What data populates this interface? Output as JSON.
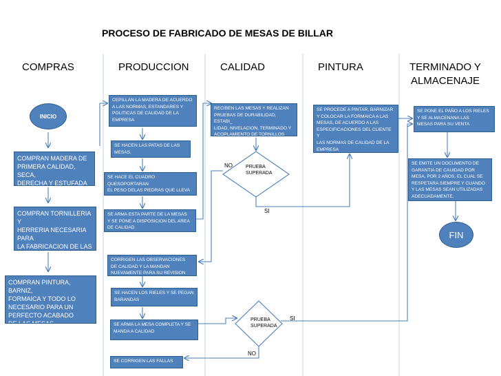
{
  "title": "PROCESO DE FABRICADO DE MESAS DE BILLAR",
  "columns": {
    "compras": "COMPRAS",
    "produccion": "PRODUCCION",
    "calidad": "CALIDAD",
    "pintura": "PINTURA",
    "terminado": "TERMINADO Y\nALMACENAJE"
  },
  "compras": {
    "inicio": "INICIO",
    "c1": "COMPRAN MADERA DE\nPRIMERA CALIDAD, SECA,\nDERECHA Y ESTUFADA",
    "c2": "COMPRAN TORNILLERIA Y\nHERRERIA NECESARIA PARA\nLA FABRICACION DE LAS\nMESAS",
    "c3": "COMPRAN PINTURA, BARNIZ,\nFORMAICA Y TODO LO\nNECESARIO PARA UN\nPERFECTO ACABADO\nDE LAS MESAS"
  },
  "produccion": {
    "p1": "CEPILLAN LA MADERA DE ACUERDO\nA LAS NORMAS, ESTANDARES Y\nPOLITICAS DE CALIDAD DE LA\nEMPRESA",
    "p2": "SE HACEN LAS PATAS DE LAS\nMESAS.",
    "p3": "SE HACE EL CUADRO QUESOPORTARAN\nEL PESO DELAS PIEDRAS QUE LLEVA LA\nMESA",
    "p4": "SE ARMA ESTA PARTE DE LA  MESAS\nY SE PONE A DISPOSICION DEL AREA\nDE CALIDAD",
    "p5": "CORRIGEN LAS OBSERVACIONES\nDE CALIDAD Y LA MANDAN\nNUEVAMENTE PARA SU REVISION",
    "p6": "SE HACEN LOS RIELES Y SE PEGAN\nBARANDAS",
    "p7": "SE ARMA LA MESA COMPLETA Y  SE\nMANDA A CALIDAD",
    "p8": "SE CORRIGEN LAS FALLAS"
  },
  "calidad": {
    "q1": "RECIBEN LAS MESAS Y REALIZAN\nPRUEBAS DE DURABILIDAD, ESTABI_\nLIDAD, NIVELACION, TERMINADO Y\nACOPLAMIENTO DE TORNILLOS",
    "d1": "PRUEBA\nSUPERADA",
    "d1_no": "NO",
    "d1_si": "SI",
    "d2": "PRUEBA\nSUPERADA",
    "d2_si": "SI",
    "d2_no": "NO"
  },
  "pintura": {
    "pt1": "SE PROCEDE A PINTAR, BARNIZAR\nY COLOCAR LA FORMAICA A LAS\nMESAS, DE ACUERDO A LAS\nESPECIFICACIONES DEL CLIENTE Y\nLAS NORMAS DE CALIDAD DE LA\nEMPRESA"
  },
  "terminado": {
    "t1": "SE PONE EL PAÑO A LOS RIELES\nY SE ALMACENANA LAS\nMESAS PARA SU VENTA",
    "t2": "SE EMITE UN DOCUMENTO DE\nGARANTIA DE CAUIDAD POR\nMESA, POR 2 AÑOS, EL CUAL SE\nRESPETARA SIEMPRE Y CUANDO\nY LAS MESAS SEAN UTILIZADAS\nADECUADAMENTE.",
    "fin": "FIN"
  },
  "colors": {
    "box": "#4f81bd",
    "border": "#2c5d8f",
    "line": "#4a7ebb"
  }
}
